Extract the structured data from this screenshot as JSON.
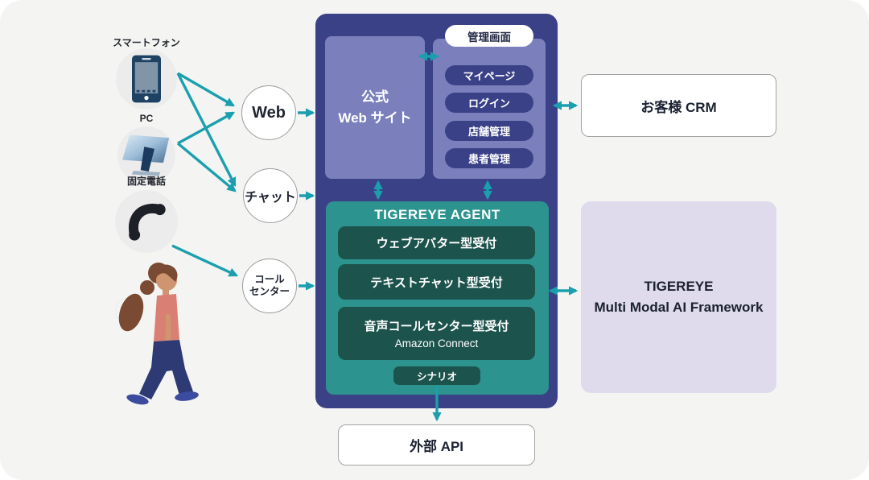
{
  "colors": {
    "background": "#f4f5f3",
    "navy_panel": "#3b4187",
    "purple_box": "#7b80bd",
    "teal_panel": "#2d938e",
    "teal_module": "#1d534d",
    "arrow": "#1b9fae",
    "lavender_box": "#dfdbec",
    "device_circle": "#ececec"
  },
  "devices": [
    {
      "label": "スマートフォン",
      "icon": "smartphone-icon"
    },
    {
      "label": "PC",
      "icon": "pc-icon"
    },
    {
      "label": "固定電話",
      "icon": "landline-phone-icon"
    }
  ],
  "channels": {
    "web": {
      "label": "Web"
    },
    "chat": {
      "label": "チャット"
    },
    "call_center": {
      "line1": "コール",
      "line2": "センター"
    }
  },
  "platform": {
    "website": {
      "line1": "公式",
      "line2": "Web サイト"
    },
    "admin": {
      "title": "管理画面",
      "items": [
        {
          "label": "マイページ"
        },
        {
          "label": "ログイン"
        },
        {
          "label": "店舗管理"
        },
        {
          "label": "患者管理"
        }
      ]
    },
    "agent": {
      "title": "TIGEREYE AGENT",
      "modules": [
        {
          "label": "ウェブアバター型受付"
        },
        {
          "label": "テキストチャット型受付"
        },
        {
          "label": "音声コールセンター型受付",
          "sublabel": "Amazon Connect"
        }
      ],
      "scenario": {
        "label": "シナリオ"
      }
    }
  },
  "external": {
    "crm": {
      "label": "お客様 CRM"
    },
    "framework": {
      "line1": "TIGEREYE",
      "line2": "Multi Modal AI Framework"
    },
    "api": {
      "label": "外部 API"
    }
  }
}
